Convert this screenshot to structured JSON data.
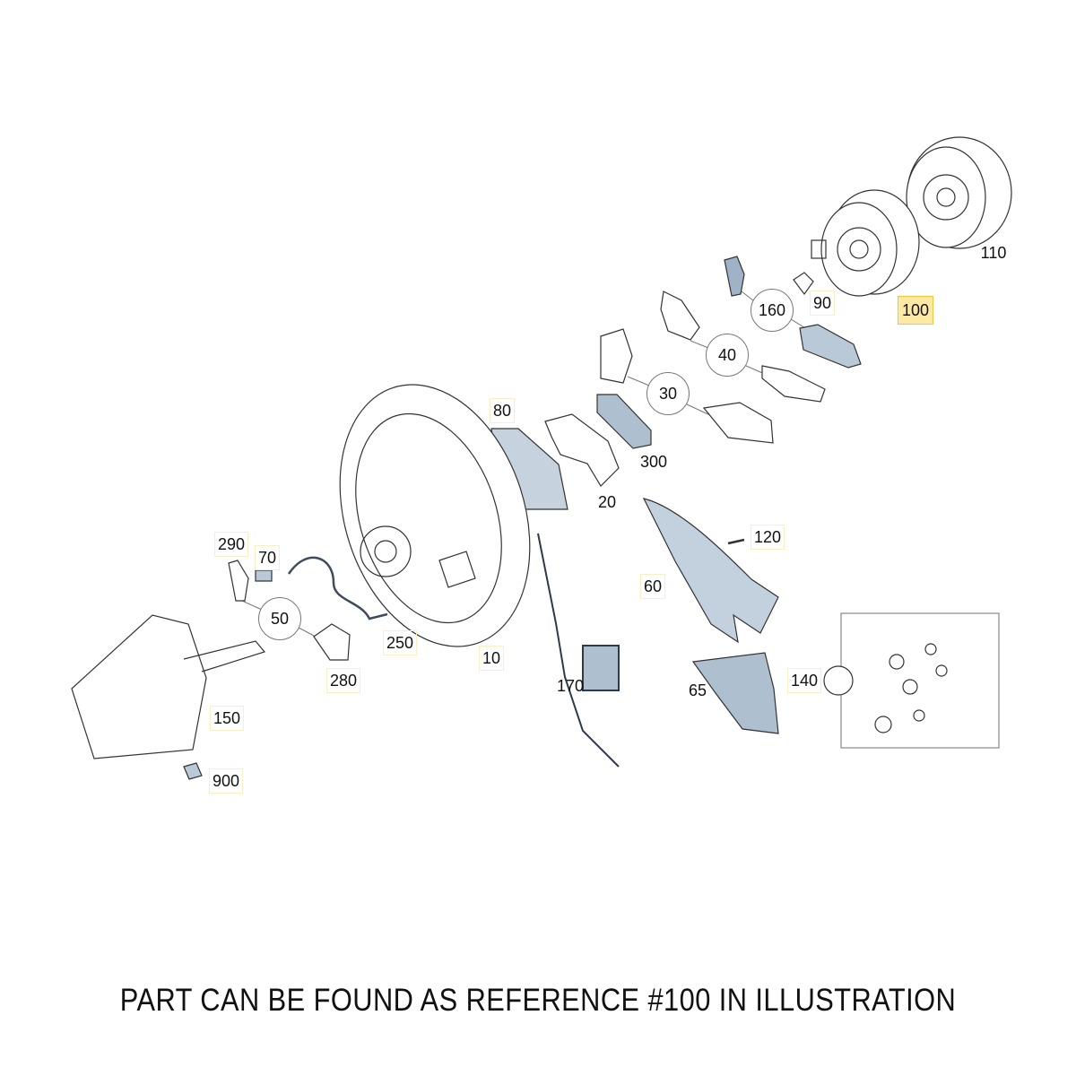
{
  "labels": {
    "l110": "110",
    "l100": "100",
    "l90": "90",
    "l160": "160",
    "l40": "40",
    "l30": "30",
    "l80": "80",
    "l300": "300",
    "l20": "20",
    "l120": "120",
    "l60": "60",
    "l290": "290",
    "l70": "70",
    "l50": "50",
    "l250": "250",
    "l10": "10",
    "l280": "280",
    "l170": "170",
    "l65": "65",
    "l140": "140",
    "l150": "150",
    "l900": "900"
  },
  "highlight": {
    "reference": "100",
    "color": "#fde9a6",
    "border": "#f3c53c"
  },
  "footer": "PART CAN BE FOUND AS REFERENCE #100 IN ILLUSTRATION",
  "colors": {
    "part_fill": "#b9c9d8",
    "line": "#333333"
  }
}
